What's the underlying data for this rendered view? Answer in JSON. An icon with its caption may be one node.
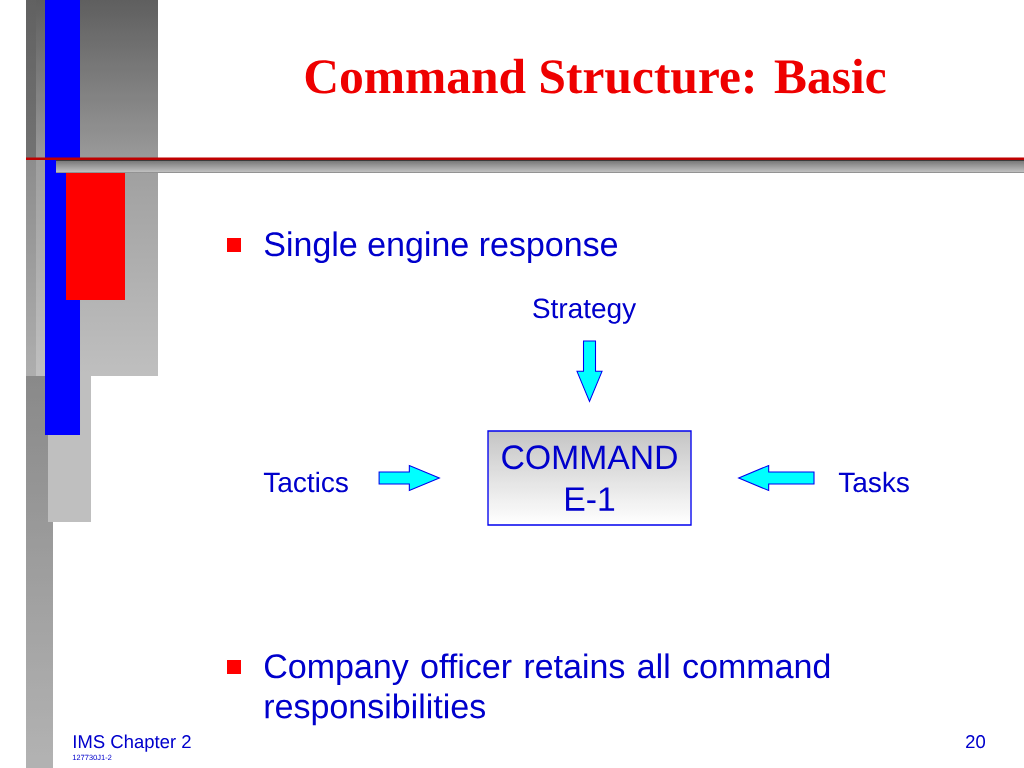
{
  "diagram": {
    "title": "Command Structure: Basic",
    "nodes": [
      {
        "text": [
          "Strategy"
        ]
      },
      {
        "text": [
          "COMMAND E-1"
        ]
      },
      {
        "text": [
          "Tactics"
        ]
      },
      {
        "text": [
          "Tasks"
        ]
      }
    ],
    "edges": [
      {
        "from": 0,
        "to": 1,
        "arrow": "to"
      },
      {
        "from": 2,
        "to": 1,
        "arrow": "to"
      },
      {
        "from": 3,
        "to": 1,
        "arrow": "to"
      }
    ],
    "labels": [
      "Single engine response",
      "Company officer retains all command responsibilities",
      "IMS Chapter 2",
      "127730J1-2",
      "20"
    ]
  }
}
